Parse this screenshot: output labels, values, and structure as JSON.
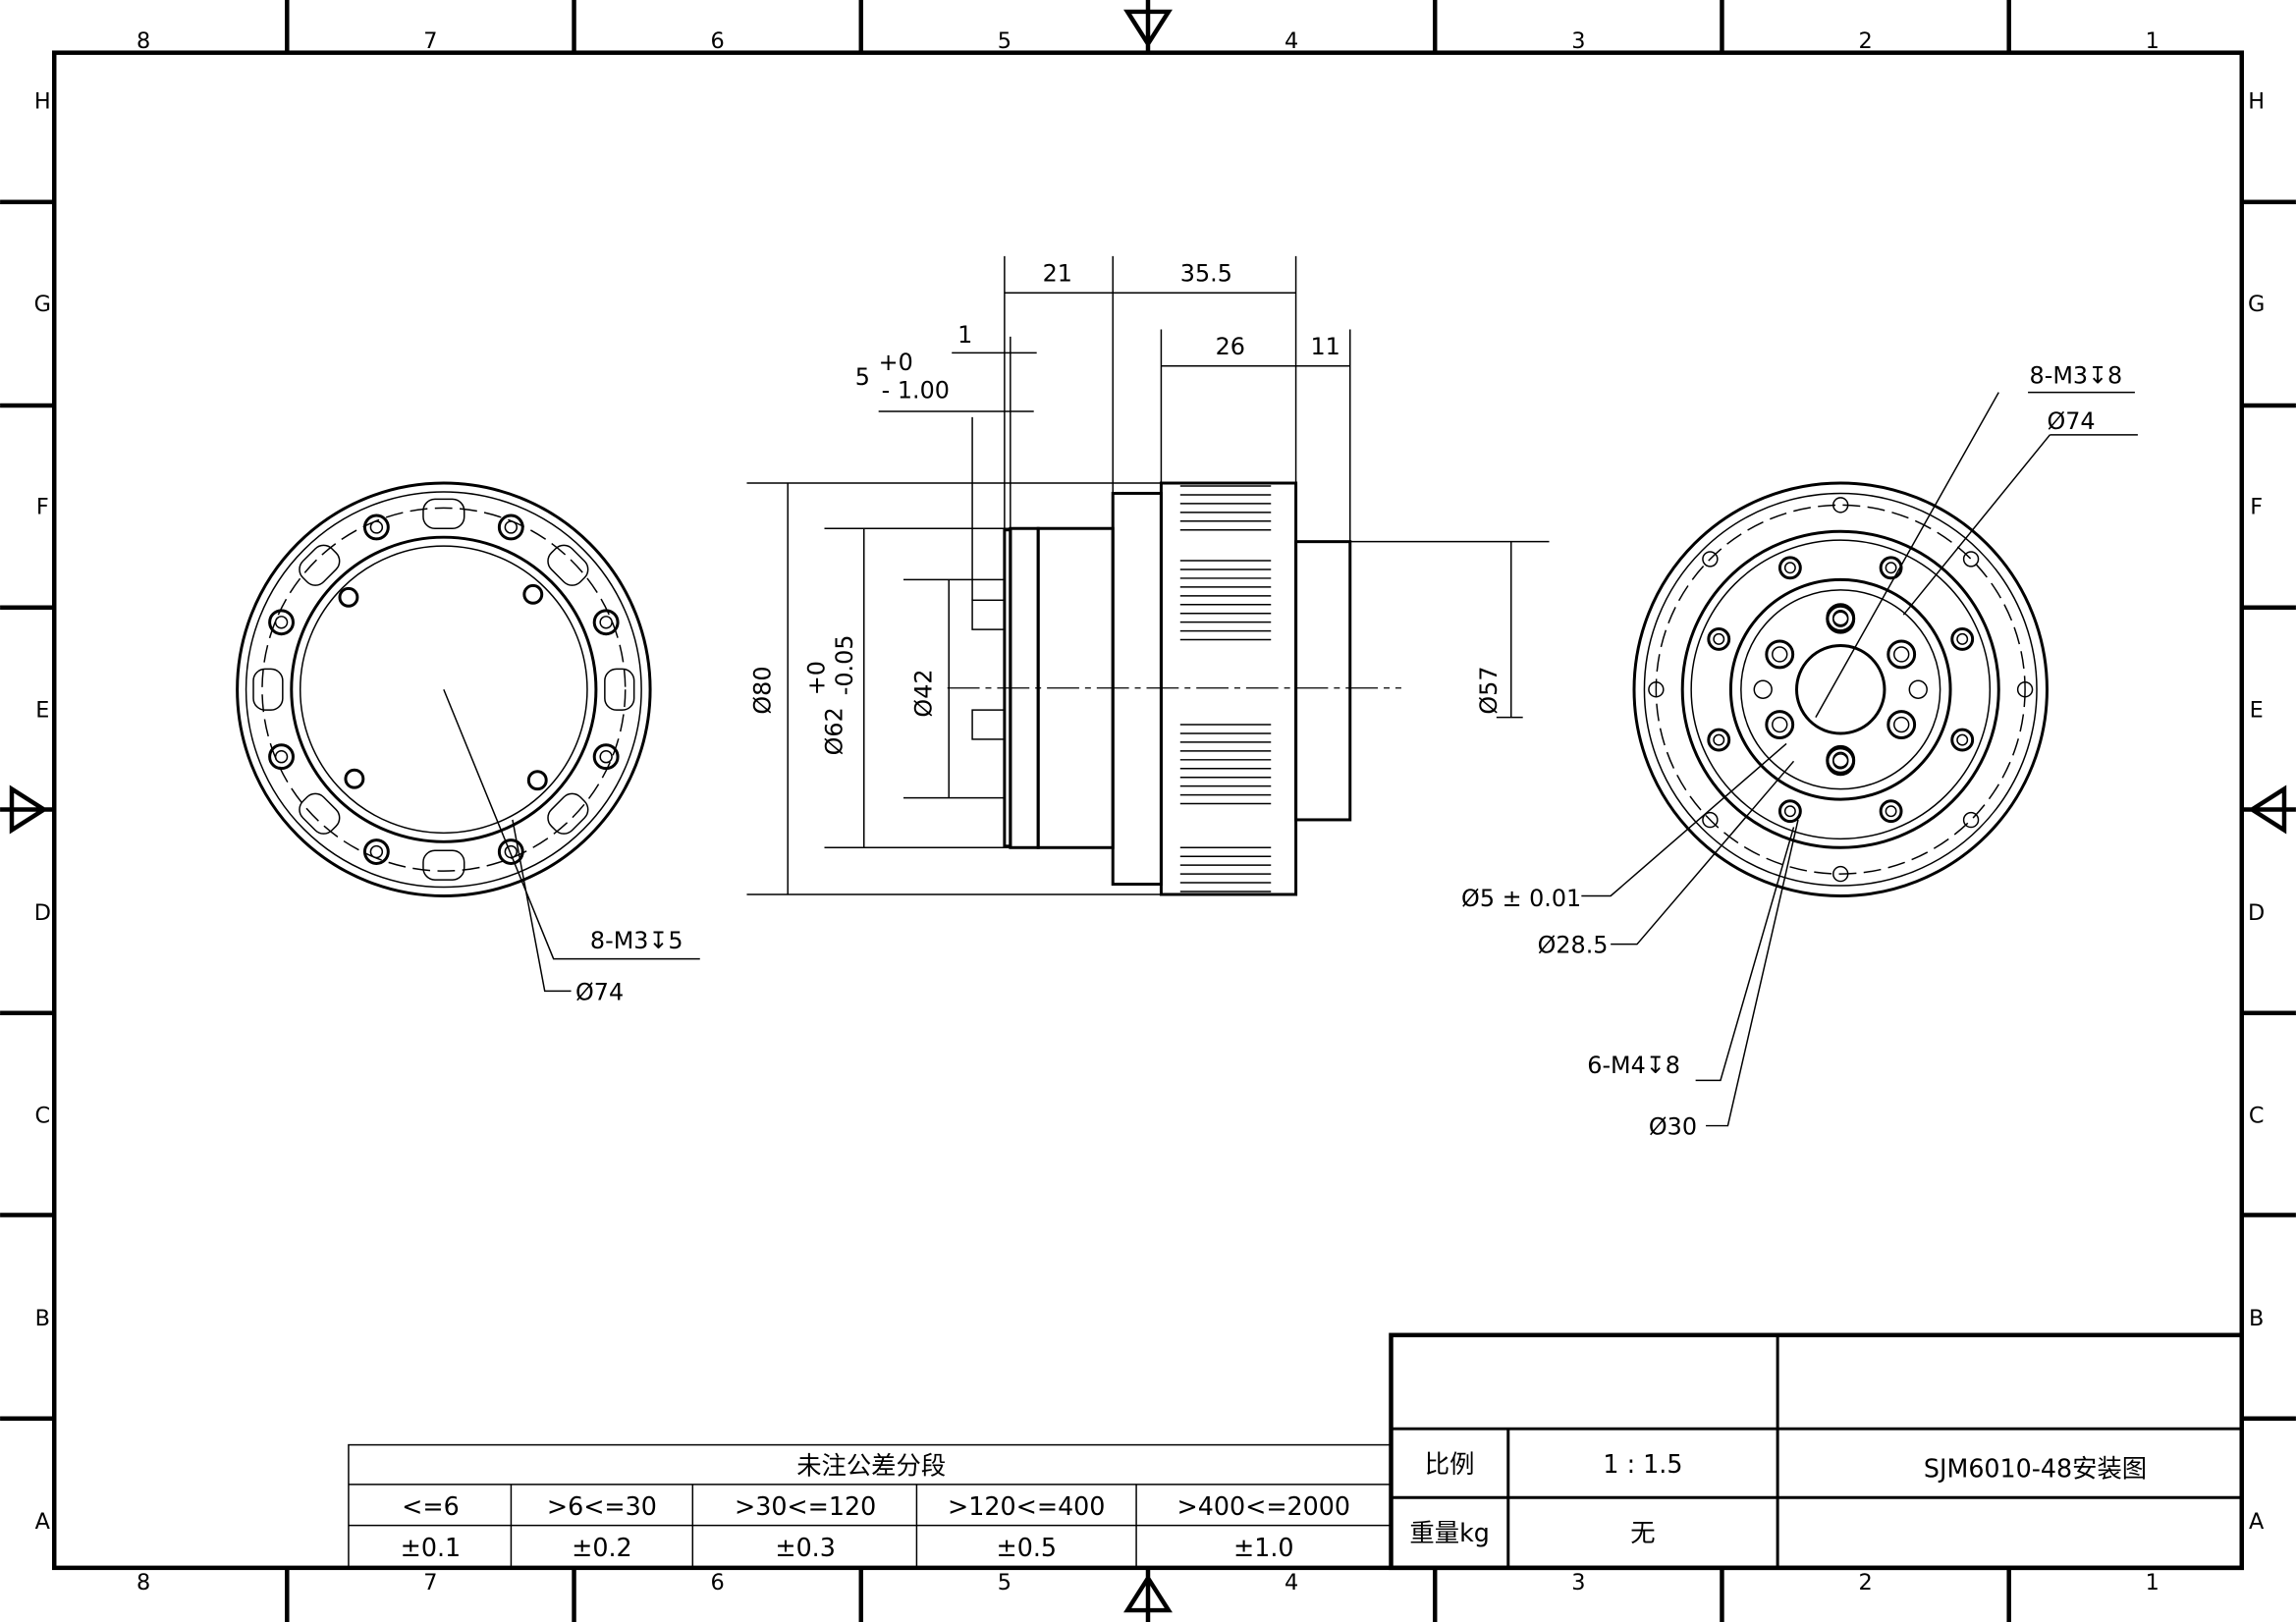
{
  "zones": {
    "columns": [
      "8",
      "7",
      "6",
      "5",
      "4",
      "3",
      "2",
      "1"
    ],
    "rows": [
      "H",
      "G",
      "F",
      "E",
      "D",
      "C",
      "B",
      "A"
    ]
  },
  "title_block": {
    "scale_label": "比例",
    "scale_value": "1 : 1.5",
    "weight_label": "重量kg",
    "weight_value": "无",
    "drawing_title": "SJM6010-48安装图"
  },
  "tolerance_table": {
    "title": "未注公差分段",
    "ranges": [
      "<=6",
      ">6<=30",
      ">30<=120",
      ">120<=400",
      ">400<=2000"
    ],
    "tolerances": [
      "±0.1",
      "±0.2",
      "±0.3",
      "±0.5",
      "±1.0"
    ]
  },
  "left_view": {
    "thread_callout": "8-M3↧5",
    "pcd": "Ø74"
  },
  "side_view": {
    "dim_21": "21",
    "dim_35_5": "35.5",
    "dim_26": "26",
    "dim_11": "11",
    "dim_1": "1",
    "dim_5_base": "5",
    "dim_5_upper": "+0",
    "dim_5_lower": "- 1.00",
    "dia_80": "Ø80",
    "dia_62": "Ø62",
    "dia_62_upper": "+0",
    "dia_62_lower": "-0.05",
    "dia_42": "Ø42",
    "dia_57": "Ø57"
  },
  "right_view": {
    "thread_outer": "8-M3↧8",
    "pcd_outer": "Ø74",
    "pin_hole": "Ø5 ± 0.01",
    "bore": "Ø28.5",
    "thread_inner": "6-M4↧8",
    "pcd_inner": "Ø30"
  }
}
